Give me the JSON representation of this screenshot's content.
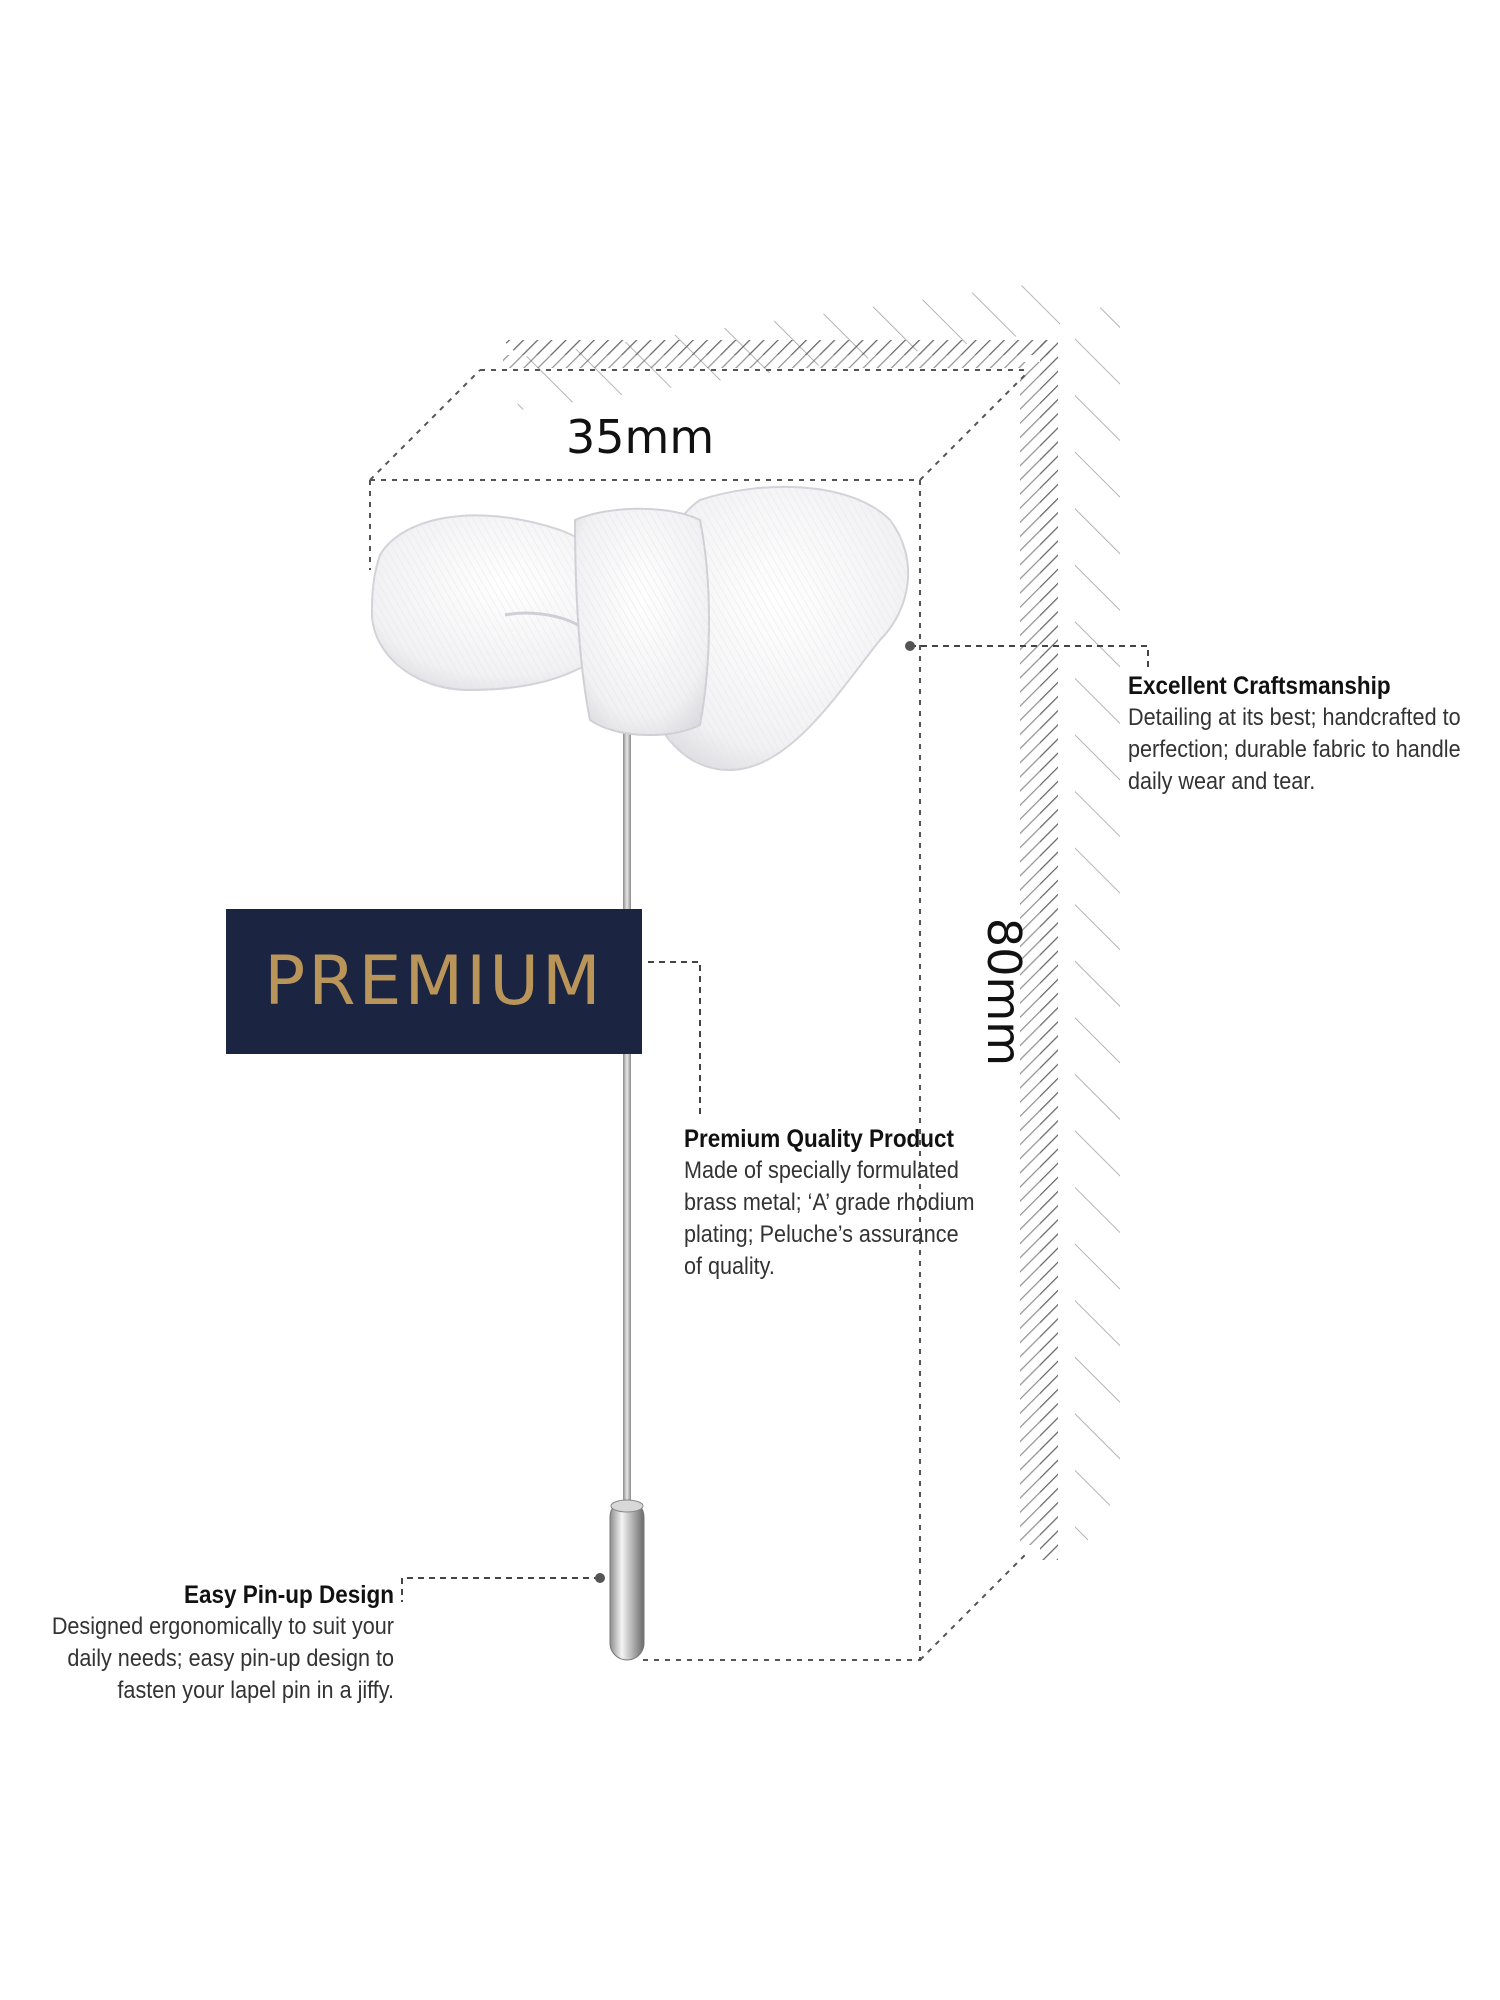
{
  "dimensions": {
    "width": "35mm",
    "height": "80mm"
  },
  "badge": {
    "label": "PREMIUM"
  },
  "features": [
    {
      "title": "Excellent Craftsmanship",
      "lines": [
        "Detailing at its best; handcrafted to",
        "perfection; durable fabric to handle",
        "daily wear and tear."
      ]
    },
    {
      "title": "Premium Quality Product",
      "lines": [
        "Made of specially formulated",
        "brass metal; ‘A’ grade rhodium",
        "plating; Peluche’s assurance",
        "of quality."
      ]
    },
    {
      "title": "Easy Pin-up Design",
      "lines": [
        "Designed ergonomically to suit your",
        "daily needs; easy pin-up design to",
        "fasten your lapel pin in a jiffy."
      ]
    }
  ],
  "colors": {
    "badge_bg": "#1b2440",
    "badge_text": "#b9955a",
    "product": "#ffffff",
    "pin": "#b8b8b8"
  }
}
